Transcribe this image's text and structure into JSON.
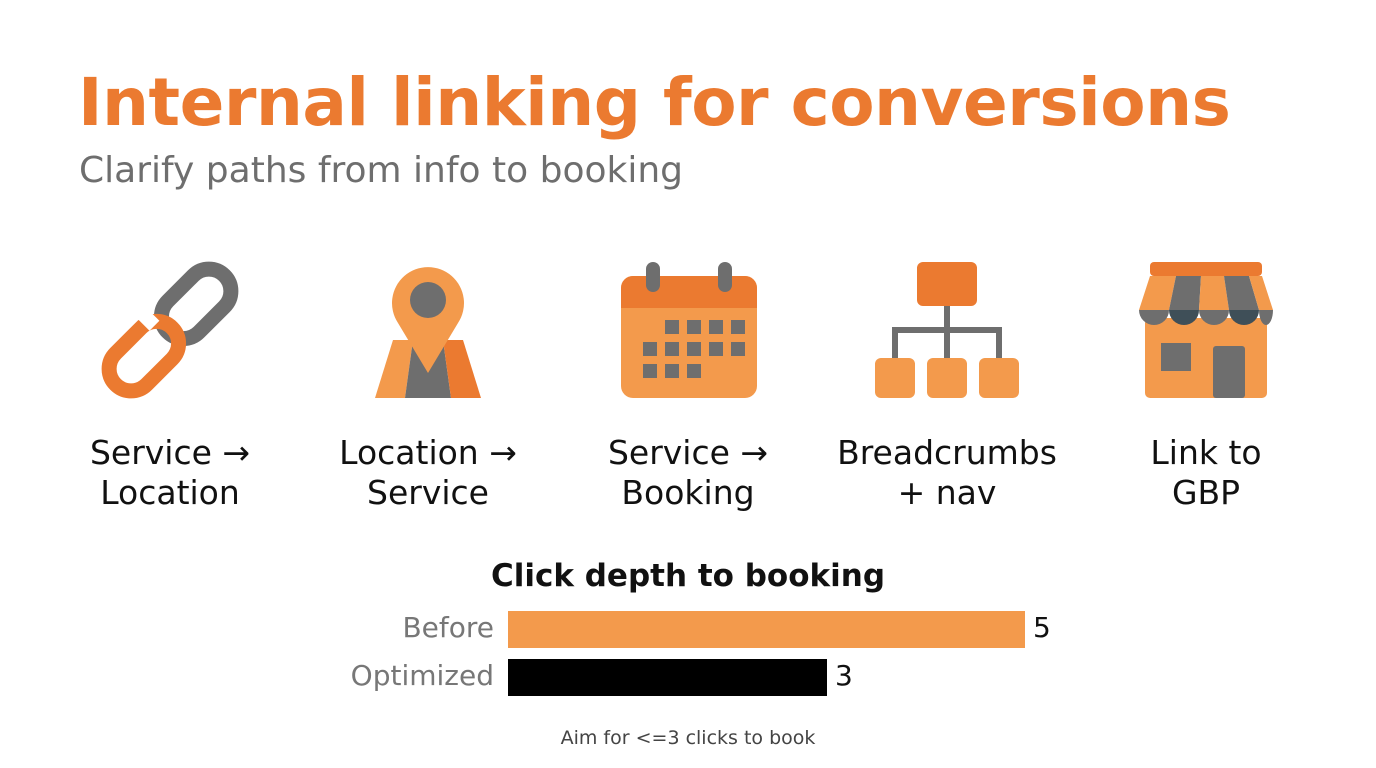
{
  "header": {
    "title": "Internal linking for conversions",
    "subtitle": "Clarify paths from info to booking"
  },
  "features": [
    {
      "icon": "link-icon",
      "label_line1": "Service →",
      "label_line2": "Location"
    },
    {
      "icon": "map-pin-icon",
      "label_line1": "Location →",
      "label_line2": "Service"
    },
    {
      "icon": "calendar-icon",
      "label_line1": "Service →",
      "label_line2": "Booking"
    },
    {
      "icon": "sitemap-icon",
      "label_line1": "Breadcrumbs",
      "label_line2": "+ nav"
    },
    {
      "icon": "storefront-icon",
      "label_line1": "Link to",
      "label_line2": "GBP"
    }
  ],
  "colors": {
    "accent": "#EB7A30",
    "icon_orange": "#F39A4C",
    "icon_gray": "#6E6E6E",
    "bar_before": "#F39A4C",
    "bar_optimized": "#000000"
  },
  "chart_data": {
    "type": "bar",
    "orientation": "horizontal",
    "title": "Click depth to booking",
    "categories": [
      "Before",
      "Optimized"
    ],
    "values": [
      5,
      3
    ],
    "bar_colors": [
      "#F39A4C",
      "#000000"
    ],
    "data_labels": [
      "5",
      "3"
    ],
    "xlabel": "",
    "ylabel": "",
    "xlim": [
      0,
      5
    ],
    "grid": false,
    "legend": "none",
    "annotation": "Aim for <=3 clicks to book"
  }
}
